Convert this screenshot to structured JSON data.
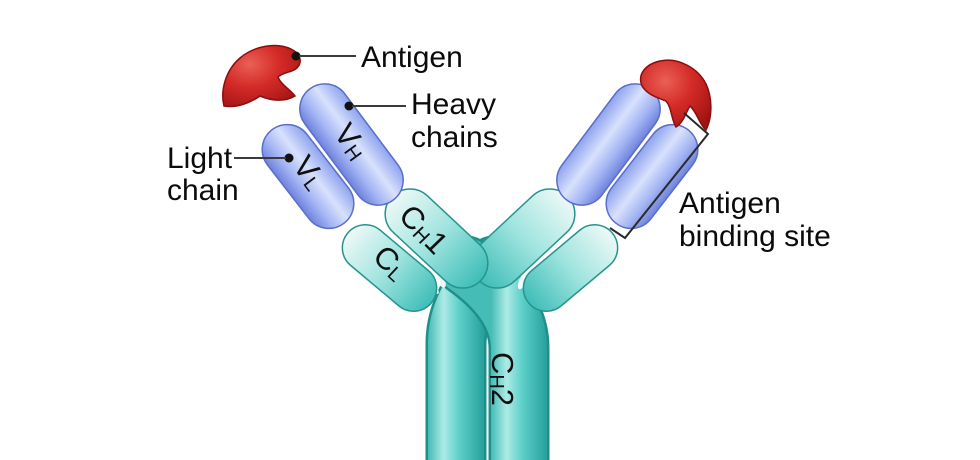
{
  "annotations": {
    "antigen": {
      "text": "Antigen"
    },
    "heavy_chains": {
      "line1": "Heavy",
      "line2": "chains"
    },
    "light_chain": {
      "line1": "Light",
      "line2": "chain"
    },
    "antigen_binding_site": {
      "line1": "Antigen",
      "line2": "binding site"
    }
  },
  "domain_labels": {
    "vh": {
      "pre": "V",
      "sub": "H",
      "post": ""
    },
    "vl": {
      "pre": "V",
      "sub": "L",
      "post": ""
    },
    "ch1": {
      "pre": "C",
      "sub": "H",
      "post": "1"
    },
    "cl": {
      "pre": "C",
      "sub": "L",
      "post": ""
    },
    "ch2": {
      "pre": "C",
      "sub": "H",
      "post": "2"
    }
  },
  "colors": {
    "background": "#ffffff",
    "antigen_red": "#d42b28",
    "variable_domain_blue": "#9fb2f2",
    "constant_domain_teal": "#5ed0ca",
    "text": "#0b0b0b"
  }
}
